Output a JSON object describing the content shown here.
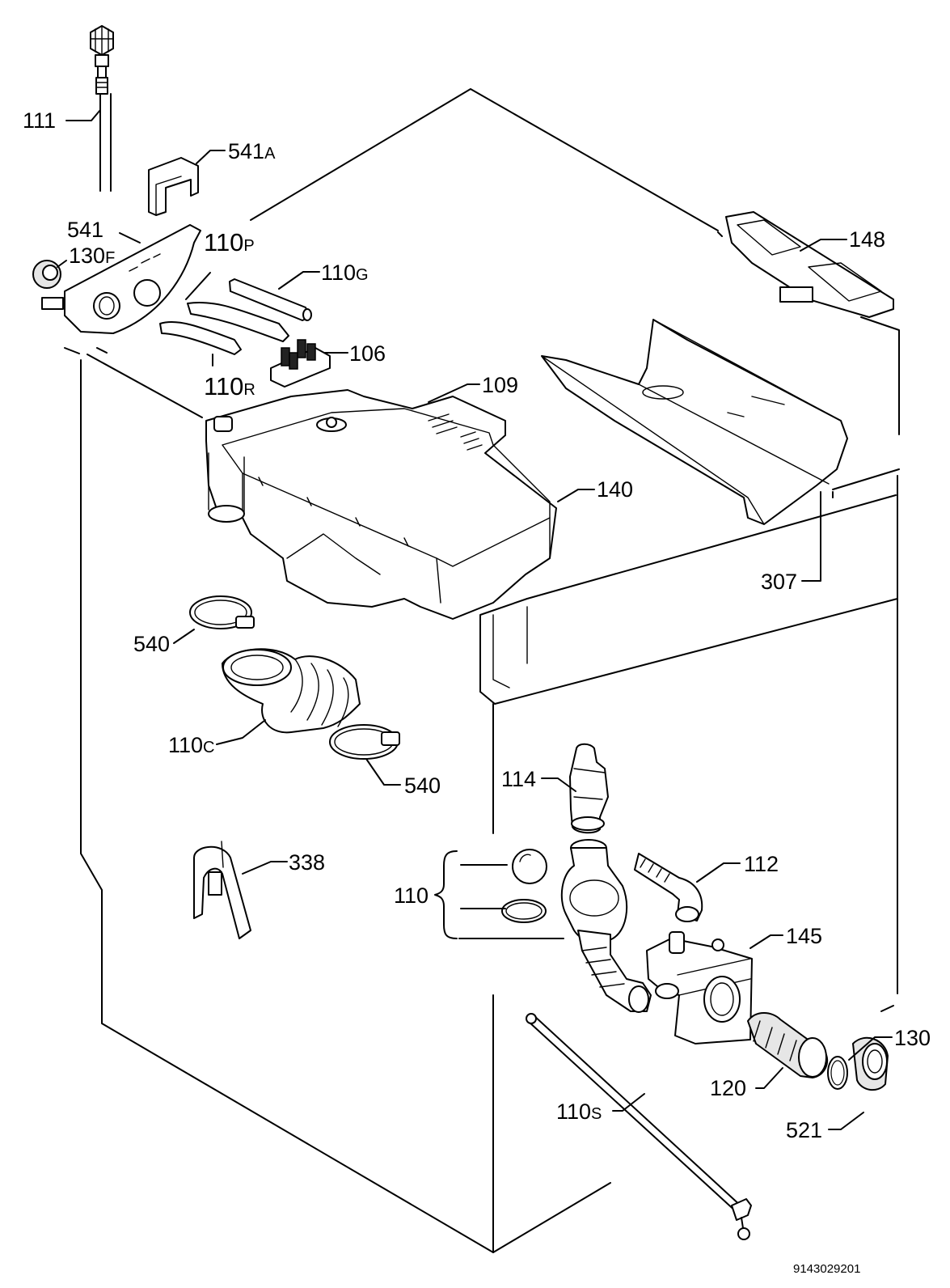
{
  "diagram": {
    "drawing_number": "9143029201",
    "parts": {
      "p111": {
        "num": "111",
        "sfx": ""
      },
      "p541A": {
        "num": "541",
        "sfx": "A"
      },
      "p541": {
        "num": "541",
        "sfx": ""
      },
      "p130F": {
        "num": "130",
        "sfx": "F"
      },
      "p110P": {
        "num": "110",
        "sfx": "P"
      },
      "p110G": {
        "num": "110",
        "sfx": "G"
      },
      "p106": {
        "num": "106",
        "sfx": ""
      },
      "p110R": {
        "num": "110",
        "sfx": "R"
      },
      "p109": {
        "num": "109",
        "sfx": ""
      },
      "p148": {
        "num": "148",
        "sfx": ""
      },
      "p140": {
        "num": "140",
        "sfx": ""
      },
      "p307": {
        "num": "307",
        "sfx": ""
      },
      "p540a": {
        "num": "540",
        "sfx": ""
      },
      "p110C": {
        "num": "110",
        "sfx": "C"
      },
      "p540b": {
        "num": "540",
        "sfx": ""
      },
      "p114": {
        "num": "114",
        "sfx": ""
      },
      "p338": {
        "num": "338",
        "sfx": ""
      },
      "p110": {
        "num": "110",
        "sfx": ""
      },
      "p112": {
        "num": "112",
        "sfx": ""
      },
      "p145": {
        "num": "145",
        "sfx": ""
      },
      "p130": {
        "num": "130",
        "sfx": ""
      },
      "p120": {
        "num": "120",
        "sfx": ""
      },
      "p110S": {
        "num": "110",
        "sfx": "S"
      },
      "p521": {
        "num": "521",
        "sfx": ""
      }
    }
  }
}
